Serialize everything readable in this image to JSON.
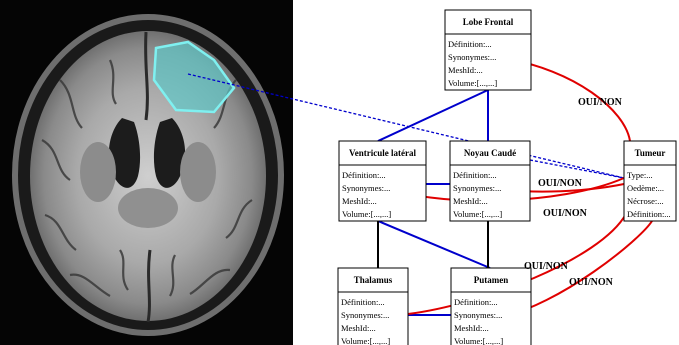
{
  "nodes": {
    "lobe_frontal": {
      "title": "Lobe Frontal",
      "attrs": [
        "Définition:...",
        "Synonymes:...",
        "MeshId:...",
        "Volume:[...,...]"
      ]
    },
    "ventricule_lateral": {
      "title": "Ventricule latéral",
      "attrs": [
        "Définition:...",
        "Synonymes:...",
        "MeshId:...",
        "Volume:[...,...]"
      ]
    },
    "noyau_caude": {
      "title": "Noyau Caudé",
      "attrs": [
        "Définition:...",
        "Synonymes:...",
        "MeshId:...",
        "Volume:[...,...]"
      ]
    },
    "tumeur": {
      "title": "Tumeur",
      "attrs": [
        "Type:...",
        "Oedème:...",
        "Nécrose:...",
        "Définition:..."
      ]
    },
    "thalamus": {
      "title": "Thalamus",
      "attrs": [
        "Définition:...",
        "Synonymes:...",
        "MeshId:...",
        "Volume:[...,...]"
      ]
    },
    "putamen": {
      "title": "Putamen",
      "attrs": [
        "Définition:...",
        "Synonymes:...",
        "MeshId:...",
        "Volume:[...,...]"
      ]
    }
  },
  "relation_labels": [
    "OUI/NON",
    "OUI/NON",
    "OUI/NON",
    "OUI/NON",
    "OUI/NON"
  ],
  "colors": {
    "structural_edge": "#0000cc",
    "relation_edge": "#e00000",
    "tumor_overlay": "#5fc8c8",
    "tumor_outline": "#7ff0f0"
  }
}
